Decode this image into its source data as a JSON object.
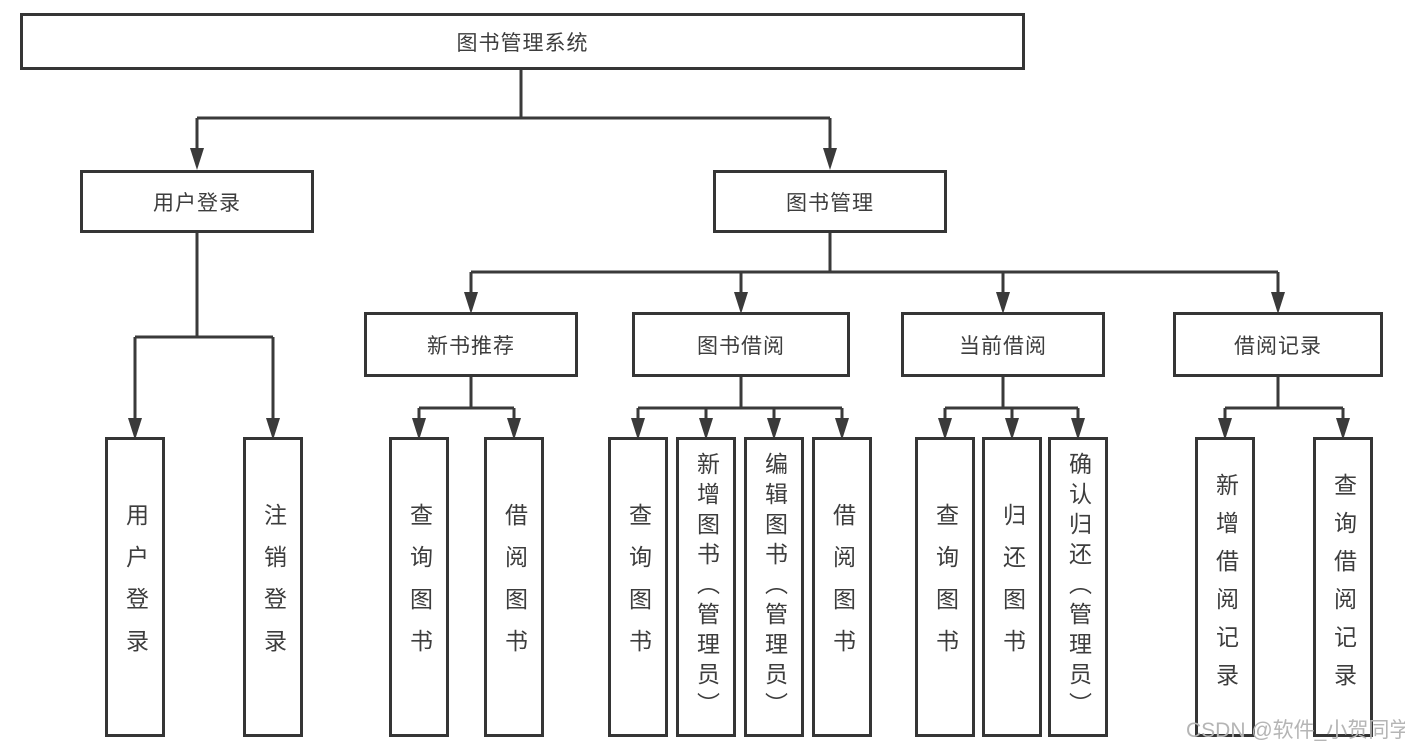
{
  "diagram": {
    "root_label": "图书管理系统",
    "children": [
      {
        "label": "用户登录",
        "children": [
          {
            "label": "用户登录"
          },
          {
            "label": "注销登录"
          }
        ]
      },
      {
        "label": "图书管理",
        "children": [
          {
            "label": "新书推荐",
            "children": [
              {
                "label": "查询图书"
              },
              {
                "label": "借阅图书"
              }
            ]
          },
          {
            "label": "图书借阅",
            "children": [
              {
                "label": "查询图书"
              },
              {
                "label": "新增图书（管理员）"
              },
              {
                "label": "编辑图书（管理员）"
              },
              {
                "label": "借阅图书"
              }
            ]
          },
          {
            "label": "当前借阅",
            "children": [
              {
                "label": "查询图书"
              },
              {
                "label": "归还图书"
              },
              {
                "label": "确认归还（管理员）"
              }
            ]
          },
          {
            "label": "借阅记录",
            "children": [
              {
                "label": "新增借阅记录"
              },
              {
                "label": "查询借阅记录"
              }
            ]
          }
        ]
      }
    ]
  },
  "watermark": {
    "text": "CSDN @软件_小贺同学"
  },
  "colors": {
    "line": "#3a3a3a",
    "border": "#353535",
    "text": "#3d3d3d",
    "watermark": "#b5b5b5",
    "background": "#ffffff"
  }
}
